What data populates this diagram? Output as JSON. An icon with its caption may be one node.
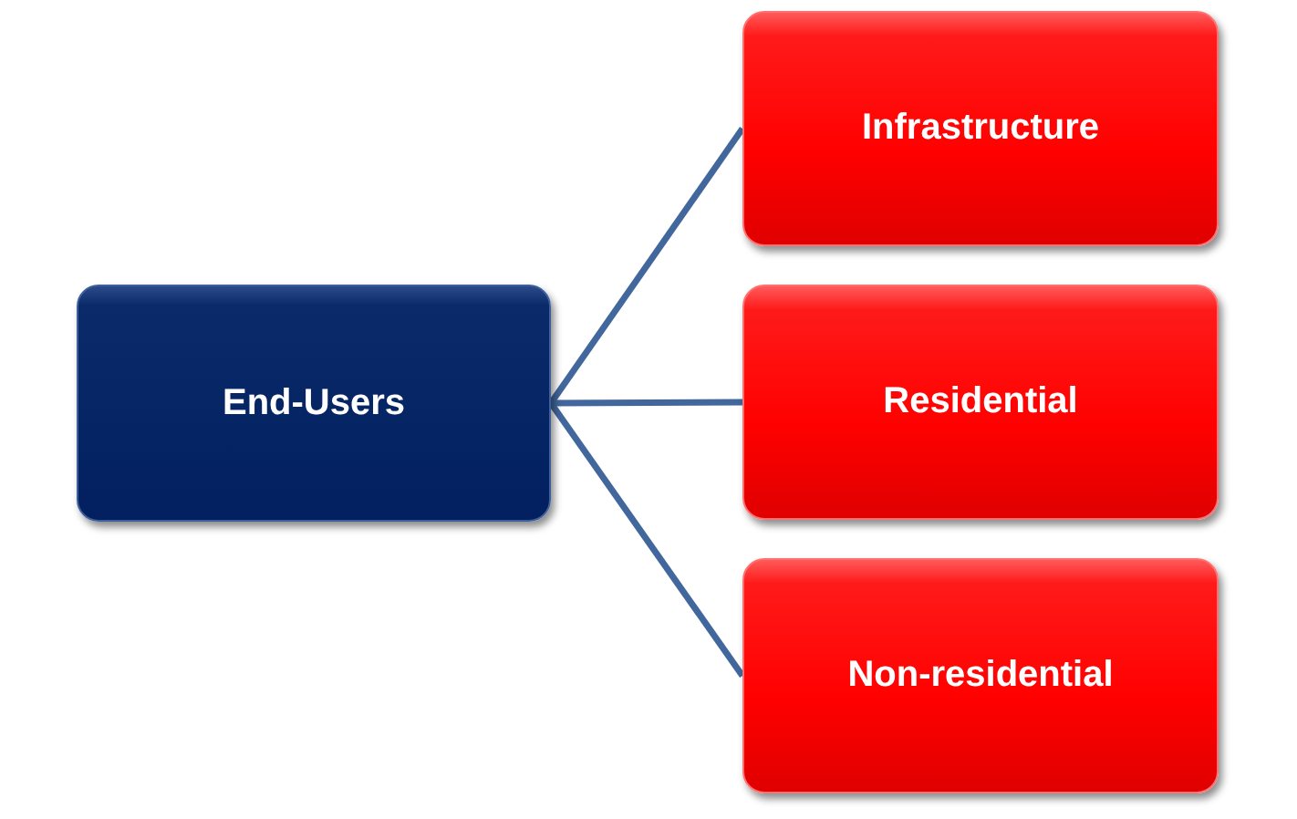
{
  "diagram": {
    "nodes": [
      {
        "text": [
          "End-Users"
        ]
      },
      {
        "text": [
          "Infrastructure"
        ]
      },
      {
        "text": [
          "Residential"
        ]
      },
      {
        "text": [
          "Non-residential"
        ]
      }
    ],
    "edges": [
      {
        "from": 0,
        "to": 1,
        "arrow": "none"
      },
      {
        "from": 0,
        "to": 2,
        "arrow": "none"
      },
      {
        "from": 0,
        "to": 3,
        "arrow": "none"
      }
    ]
  }
}
